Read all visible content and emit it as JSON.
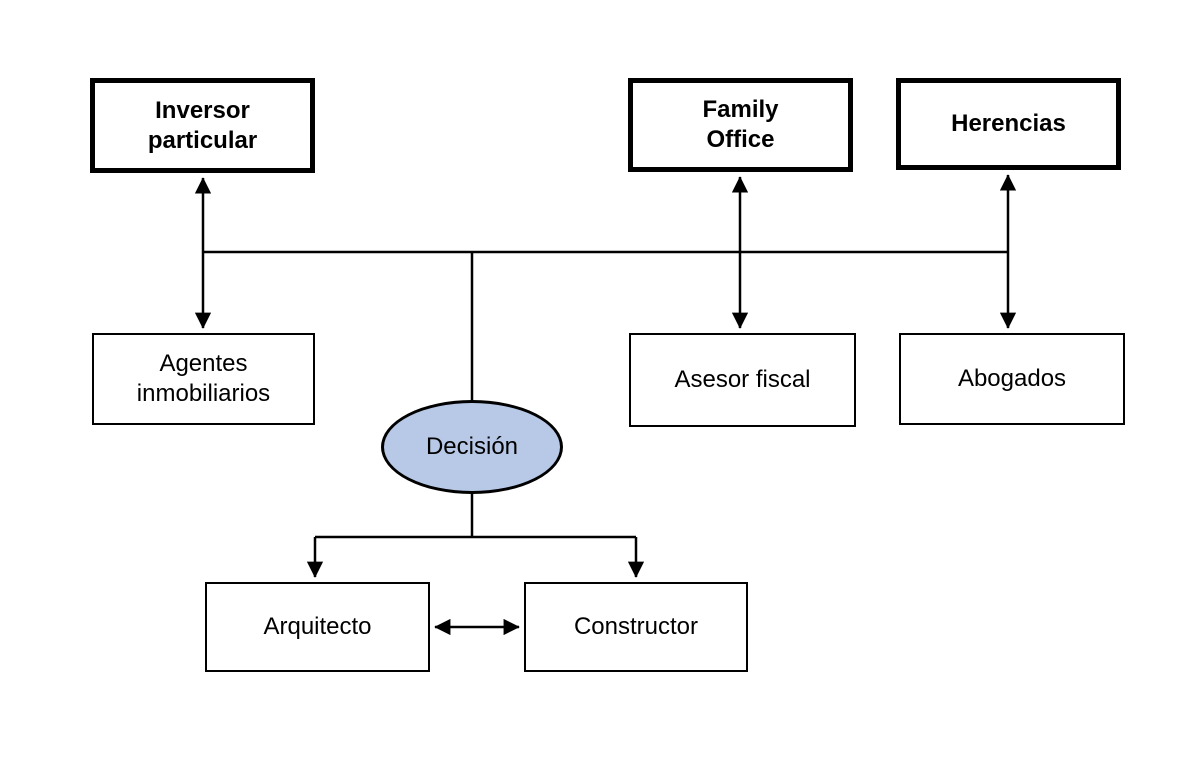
{
  "diagram": {
    "nodes": {
      "inversor": {
        "label": "Inversor\nparticular",
        "style": "bold-box"
      },
      "family_office": {
        "label": "Family\nOffice",
        "style": "bold-box"
      },
      "herencias": {
        "label": "Herencias",
        "style": "bold-box"
      },
      "agentes": {
        "label": "Agentes\ninmobiliarios",
        "style": "plain-box"
      },
      "asesor": {
        "label": "Asesor fiscal",
        "style": "plain-box"
      },
      "abogados": {
        "label": "Abogados",
        "style": "plain-box"
      },
      "decision": {
        "label": "Decisión",
        "style": "ellipse"
      },
      "arquitecto": {
        "label": "Arquitecto",
        "style": "plain-box"
      },
      "constructor_node": {
        "label": "Constructor",
        "style": "plain-box"
      }
    },
    "edges": [
      {
        "from": "inversor",
        "to": "agentes",
        "type": "double-arrow"
      },
      {
        "from": "family_office",
        "to": "asesor",
        "type": "double-arrow"
      },
      {
        "from": "herencias",
        "to": "abogados",
        "type": "double-arrow"
      },
      {
        "from": "horizontal-bus",
        "to": "decision",
        "type": "line"
      },
      {
        "from": "decision",
        "to": "arquitecto",
        "type": "arrow"
      },
      {
        "from": "decision",
        "to": "constructor_node",
        "type": "arrow"
      },
      {
        "from": "arquitecto",
        "to": "constructor_node",
        "type": "double-arrow"
      }
    ],
    "colors": {
      "background": "#ffffff",
      "line": "#000000",
      "decision_fill": "#b7c9e6"
    }
  }
}
